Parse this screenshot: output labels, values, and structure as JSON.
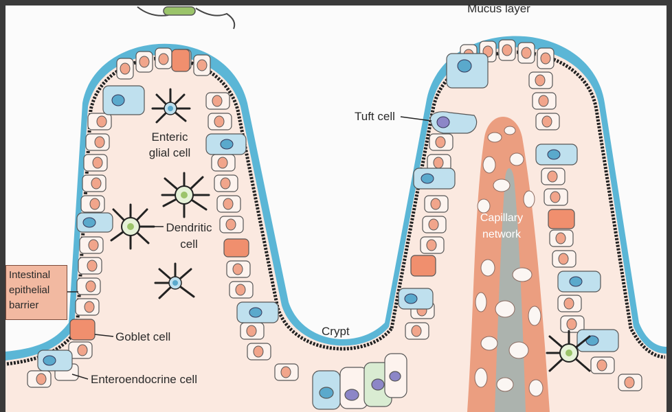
{
  "labels": {
    "mucus_layer": "Mucus layer",
    "tuft_cell": "Tuft cell",
    "enteric_glial_cell": [
      "Enteric",
      "glial cell"
    ],
    "dendritic_cell": [
      "Dendritic",
      "cell"
    ],
    "capillary_network": [
      "Capillary",
      "network"
    ],
    "intestinal_epithelial_barrier": [
      "Intestinal",
      "epithelial",
      "barrier"
    ],
    "goblet_cell": "Goblet cell",
    "crypt": "Crypt",
    "enteroendocrine_cell": "Enteroendocrine cell"
  },
  "colors": {
    "background": "#fbfbfb",
    "mucus": "#5bb6d6",
    "lamina_propria": "#fbe9e0",
    "cell_fill": "#fdf3ee",
    "nucleus": "#f1a58b",
    "goblet_cell": "#f08f6e",
    "enteroendocrine_cell": "#bfe0ee",
    "capillary": "#e8916f",
    "barrier_box": "#f2b9a1",
    "frame": "#3a3a3a"
  }
}
